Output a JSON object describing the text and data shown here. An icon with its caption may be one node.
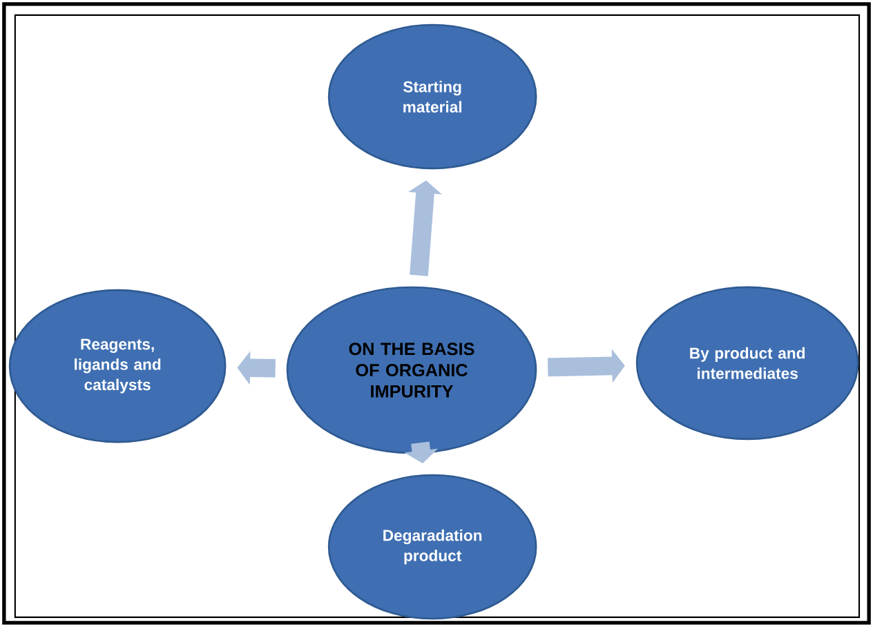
{
  "diagram": {
    "nodes": [
      {
        "text": [
          "Starting material"
        ]
      },
      {
        "text": [
          "Reagents, ligands and catalysts"
        ]
      },
      {
        "text": [
          "ON THE BASIS OF ORGANIC IMPURITY"
        ]
      },
      {
        "text": [
          "By product and intermediates"
        ]
      },
      {
        "text": [
          "Degaradation product"
        ]
      }
    ],
    "edges": [
      {
        "from": 2,
        "to": 0,
        "arrow": "to"
      },
      {
        "from": 2,
        "to": 1,
        "arrow": "to"
      },
      {
        "from": 2,
        "to": 3,
        "arrow": "to"
      },
      {
        "from": 2,
        "to": 4,
        "arrow": "to"
      }
    ]
  }
}
